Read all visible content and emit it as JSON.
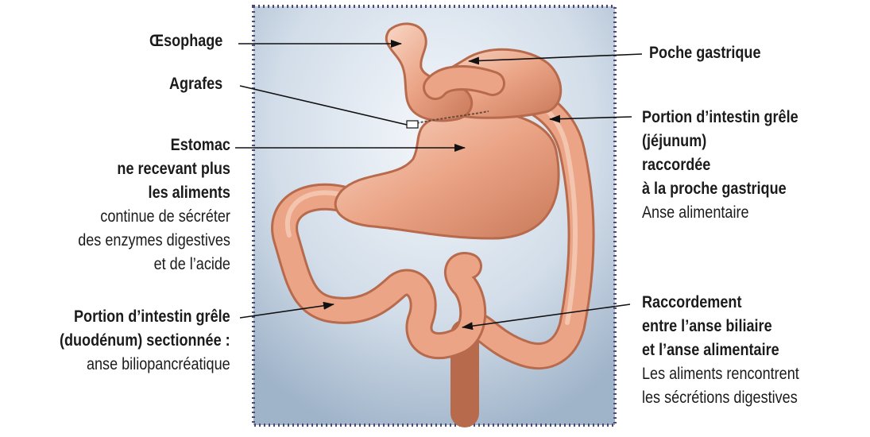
{
  "labels": {
    "oesophage": "Œsophage",
    "agrafes": "Agrafes",
    "estomac": {
      "line1": "Estomac",
      "line2": "ne recevant plus",
      "line3": "les aliments",
      "line4": "continue de sécréter",
      "line5": "des enzymes digestives",
      "line6": "et de l’acide"
    },
    "duodenum": {
      "line1": "Portion d’intestin grêle",
      "line2": "(duodénum) sectionnée :",
      "line3": "anse biliopancréatique"
    },
    "poche": "Poche gastrique",
    "jejunum": {
      "line1": "Portion d’intestin grêle",
      "line2": "(jéjunum)",
      "line3": "raccordée",
      "line4": "à la proche gastrique",
      "line5": "Anse alimentaire"
    },
    "raccordement": {
      "line1": "Raccordement",
      "line2": "entre l’anse biliaire",
      "line3": "et l’anse alimentaire",
      "line4": "Les aliments rencontrent",
      "line5": "les sécrétions digestives"
    }
  },
  "colors": {
    "organ": "#e8a283",
    "organ_dark": "#b86a4c",
    "background_panel": "#c9d6e3",
    "border_dots": "#4f4a78",
    "text": "#1b1b1b"
  }
}
